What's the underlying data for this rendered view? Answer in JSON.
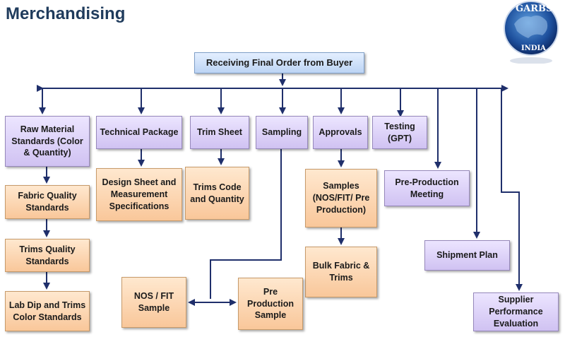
{
  "title": "Merchandising",
  "logo": {
    "top_text": "GARBS",
    "bottom_text": "INDIA"
  },
  "nodes": {
    "receiving": "Receiving Final Order from Buyer",
    "raw_material": "Raw Material Standards (Color & Quantity)",
    "technical_package": "Technical Package",
    "trim_sheet": "Trim Sheet",
    "sampling": "Sampling",
    "approvals": "Approvals",
    "testing": "Testing (GPT)",
    "fabric_quality": "Fabric Quality Standards",
    "trims_quality": "Trims Quality Standards",
    "lab_dip": "Lab  Dip and Trims Color Standards",
    "design_sheet": "Design Sheet and Measurement Specifications",
    "trims_code": "Trims Code and Quantity",
    "samples_nos": "Samples (NOS/FIT/ Pre Production)",
    "bulk_fabric": "Bulk Fabric & Trims",
    "pre_production_meeting": "Pre-Production Meeting",
    "shipment_plan": "Shipment Plan",
    "supplier_eval": "Supplier Performance Evaluation",
    "nos_fit_sample": "NOS / FIT Sample",
    "pre_production_sample": "Pre Production Sample"
  },
  "colors": {
    "arrow": "#1f2f6b",
    "blue_box": "#c7dcf6",
    "purple_box": "#ddd2f7",
    "orange_box": "#fbd3ab",
    "title": "#1f3b5c"
  }
}
